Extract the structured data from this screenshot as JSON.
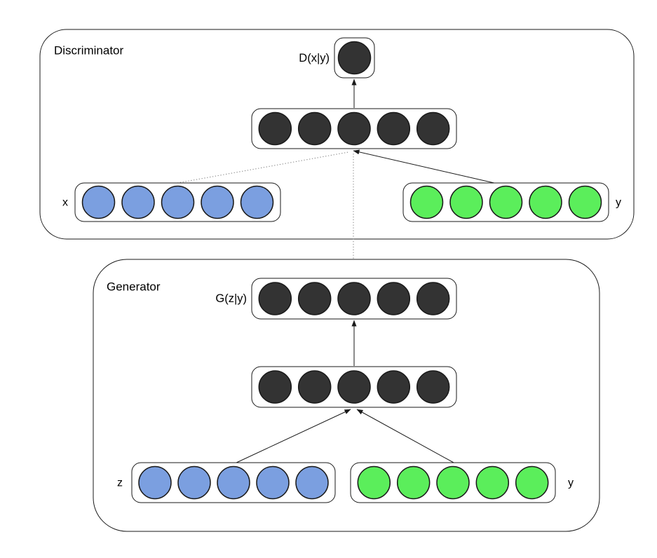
{
  "diagram_type": "conditional-gan-architecture",
  "colors": {
    "node_dark": "#333333",
    "node_blue": "#7B9FE0",
    "node_green": "#5BEE5B",
    "node_stroke": "#1a1a1a",
    "box_stroke": "#1a1a1a",
    "dotted_edge": "#8a8a8a",
    "background": "#ffffff"
  },
  "discriminator": {
    "label": "Discriminator",
    "output": {
      "label": "D(x|y)",
      "nodes": 1,
      "color": "#333333"
    },
    "hidden": {
      "nodes": 5,
      "color": "#333333"
    },
    "inputs": [
      {
        "id": "x",
        "label": "x",
        "nodes": 5,
        "color": "#7B9FE0",
        "side": "left"
      },
      {
        "id": "y",
        "label": "y",
        "nodes": 5,
        "color": "#5BEE5B",
        "side": "right"
      }
    ],
    "connections": [
      {
        "from": "x-input-layer",
        "to": "hidden-layer",
        "style": "dotted"
      },
      {
        "from": "y-input-layer",
        "to": "hidden-layer",
        "style": "solid",
        "arrow": true
      },
      {
        "from": "hidden-layer",
        "to": "output",
        "style": "solid",
        "arrow": true
      }
    ]
  },
  "generator": {
    "label": "Generator",
    "output": {
      "label": "G(z|y)",
      "nodes": 5,
      "color": "#333333"
    },
    "hidden": {
      "nodes": 5,
      "color": "#333333"
    },
    "inputs": [
      {
        "id": "z",
        "label": "z",
        "nodes": 5,
        "color": "#7B9FE0",
        "side": "left"
      },
      {
        "id": "y",
        "label": "y",
        "nodes": 5,
        "color": "#5BEE5B",
        "side": "right"
      }
    ],
    "connections": [
      {
        "from": "z-input-layer",
        "to": "hidden-layer",
        "style": "solid",
        "arrow": true
      },
      {
        "from": "y-input-layer",
        "to": "hidden-layer",
        "style": "solid",
        "arrow": true
      },
      {
        "from": "hidden-layer",
        "to": "output-layer",
        "style": "solid",
        "arrow": true
      },
      {
        "from": "output-layer",
        "to": "discriminator-hidden-layer",
        "style": "dotted"
      }
    ]
  }
}
